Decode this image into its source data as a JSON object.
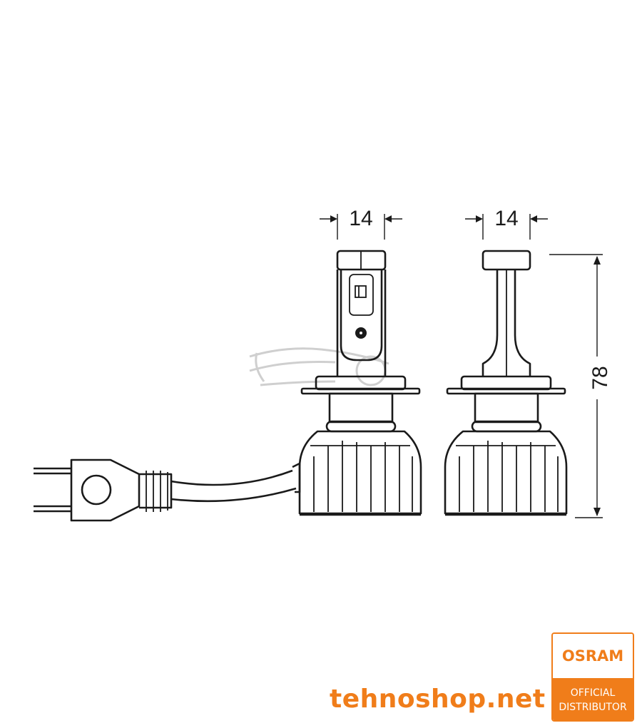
{
  "drawing": {
    "left_view_width_label": "14",
    "right_view_width_label": "14",
    "height_label": "78",
    "line_color": "#1a1a1a"
  },
  "branding": {
    "shop_name": "tehnoshop.net",
    "brand_logo": "OSRAM",
    "badge_line1": "OFFICIAL",
    "badge_line2": "DISTRIBUTOR",
    "accent_color": "#f07d1a"
  }
}
